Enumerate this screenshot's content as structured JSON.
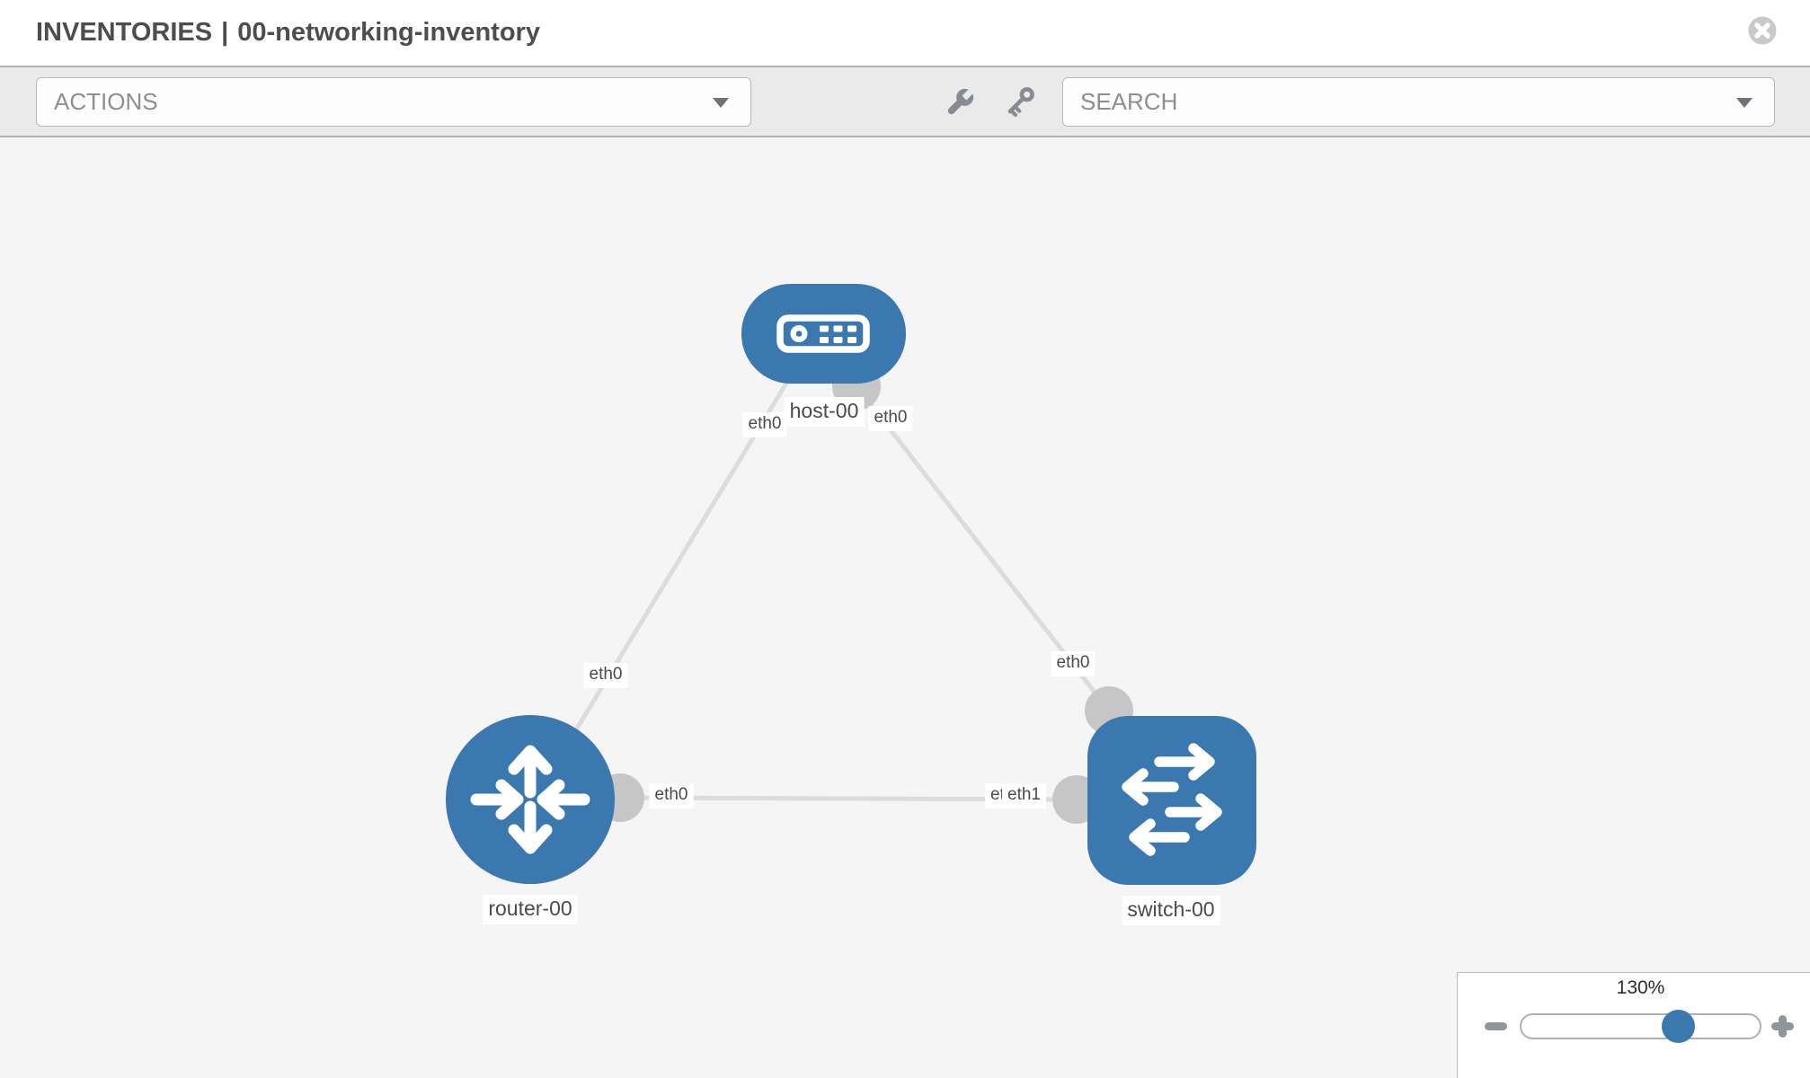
{
  "header": {
    "section": "INVENTORIES",
    "separator": "|",
    "inventory_name": "00-networking-inventory"
  },
  "toolbar": {
    "actions_label": "ACTIONS",
    "search_placeholder": "SEARCH",
    "icons": [
      "wrench-icon",
      "key-icon"
    ]
  },
  "topology": {
    "nodes": [
      {
        "id": "host-00",
        "type": "host"
      },
      {
        "id": "router-00",
        "type": "router"
      },
      {
        "id": "switch-00",
        "type": "switch"
      }
    ],
    "links": [
      {
        "from": "host-00",
        "from_interface": "eth0",
        "to": "router-00",
        "to_interface": "eth0"
      },
      {
        "from": "host-00",
        "from_interface": "eth0",
        "to": "switch-00",
        "to_interface": "eth0"
      },
      {
        "from": "router-00",
        "from_interface": "eth0",
        "to": "switch-00",
        "to_interface": "eth1",
        "to_interface_overlapped": "eth0"
      }
    ]
  },
  "zoom_panel": {
    "level": "130%"
  },
  "colors": {
    "node_blue": "#3b78b0",
    "link_gray": "#dcdcdc",
    "interface_dot_gray": "#c6c6c6",
    "toolbar_gray": "#eaeaea",
    "canvas_gray": "#f5f5f5"
  }
}
